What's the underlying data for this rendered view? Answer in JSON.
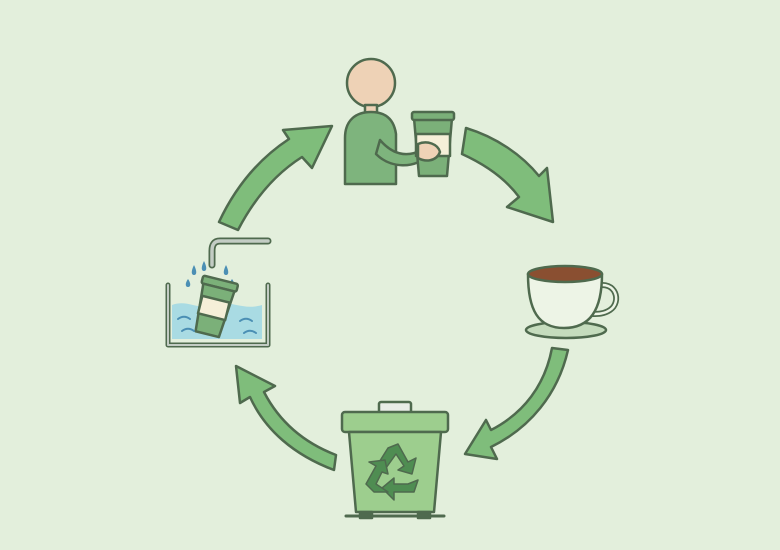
{
  "diagram": {
    "type": "cycle",
    "steps": [
      {
        "id": "drink",
        "icon": "person-holding-cup-icon"
      },
      {
        "id": "enjoy",
        "icon": "coffee-cup-icon"
      },
      {
        "id": "recycle",
        "icon": "recycling-bin-icon"
      },
      {
        "id": "wash",
        "icon": "cup-washing-basin-icon"
      }
    ],
    "flow": [
      "drink",
      "enjoy",
      "recycle",
      "wash",
      "drink"
    ],
    "direction": "clockwise"
  },
  "colors": {
    "background": "#e3efdc",
    "arrow_fill": "#7fbd7b",
    "outline": "#4f6a4e",
    "person_skin": "#eed2b6",
    "person_shirt": "#7eb47d",
    "cup_green": "#7bb079",
    "cup_sleeve": "#f5efd8",
    "coffee": "#8a4f31",
    "bin_green": "#9dce8e",
    "recycle_symbol": "#4f8d52",
    "water": "#a9dbe3",
    "water_line": "#4b8fb4",
    "faucet": "#c3ccc4"
  }
}
